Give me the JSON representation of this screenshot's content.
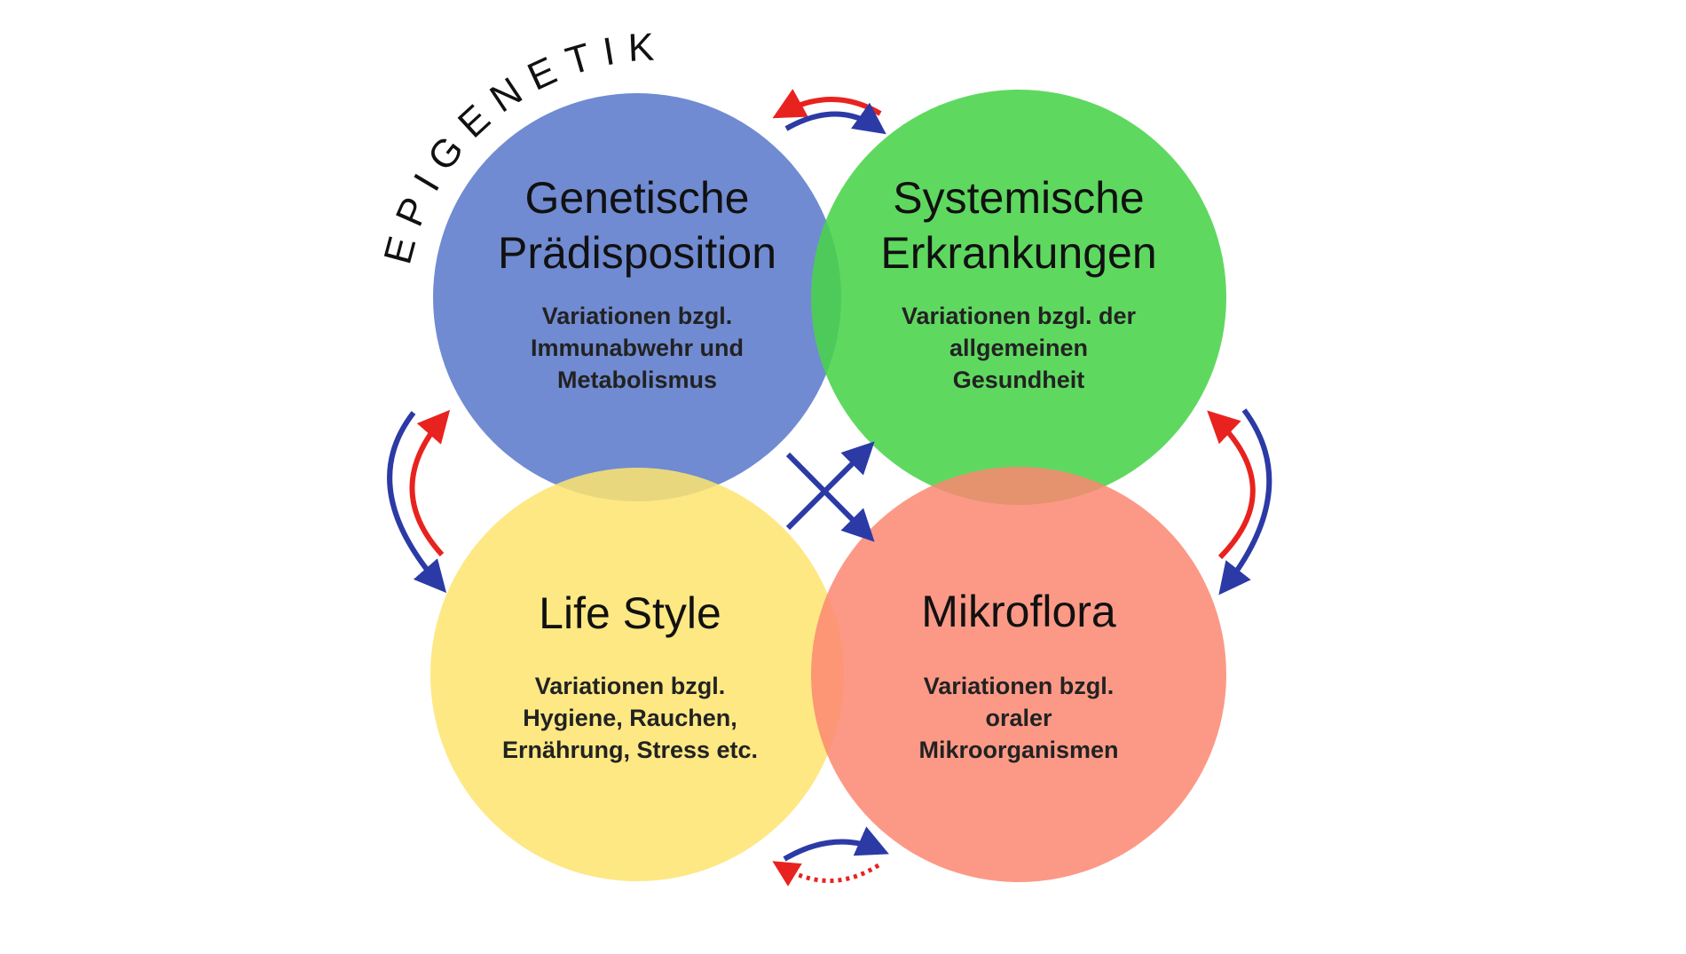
{
  "arc_label": "EPIGENETIK",
  "colors": {
    "blue": "#6b87d1",
    "green": "#49d34a",
    "yellow": "#fde46e",
    "red": "#fb8771",
    "arrow_red": "#e8231f",
    "arrow_blue": "#2c3aa6"
  },
  "circles": {
    "genetic": {
      "title": [
        "Genetische",
        "Prädisposition"
      ],
      "sub": [
        "Variationen bzgl.",
        "Immunabwehr und",
        "Metabolismus"
      ]
    },
    "systemic": {
      "title": [
        "Systemische",
        "Erkrankungen"
      ],
      "sub": [
        "Variationen bzgl. der",
        "allgemeinen",
        "Gesundheit"
      ]
    },
    "lifestyle": {
      "title": [
        "Life Style"
      ],
      "sub": [
        "Variationen bzgl.",
        "Hygiene, Rauchen,",
        "Ernährung, Stress etc."
      ]
    },
    "microflora": {
      "title": [
        "Mikroflora"
      ],
      "sub": [
        "Variationen bzgl.",
        "oraler",
        "Mikroorganismen"
      ]
    }
  }
}
